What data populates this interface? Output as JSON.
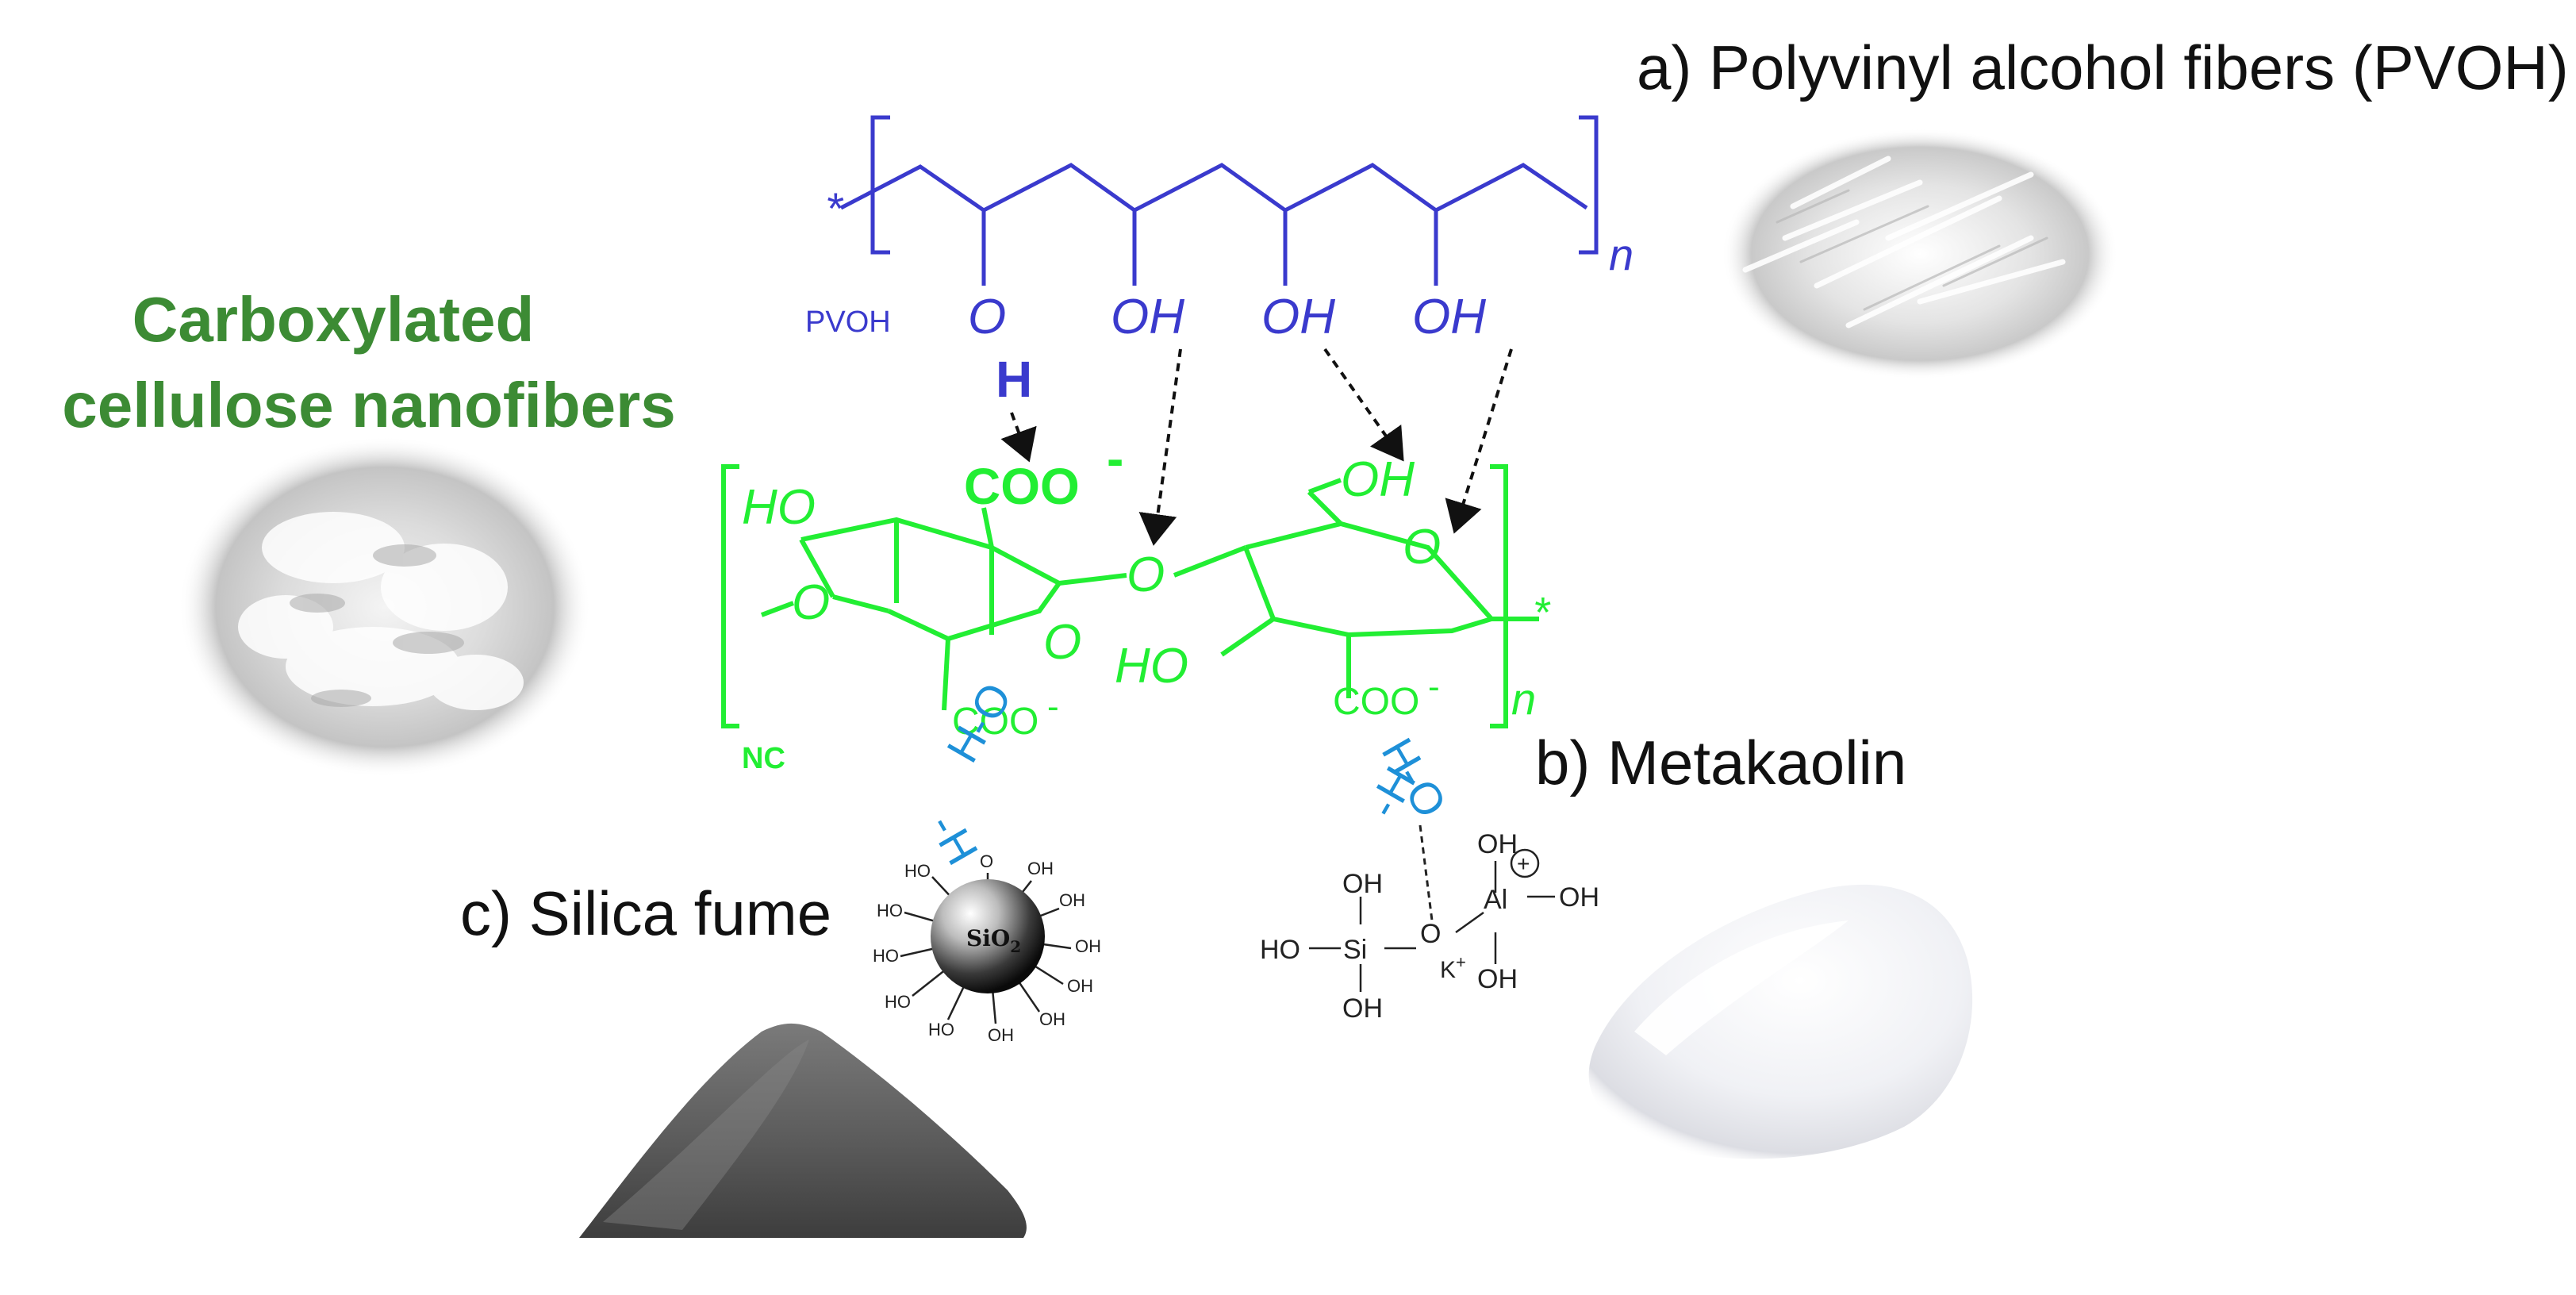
{
  "labels": {
    "pvoh_fibers": "a) Polyvinyl alcohol fibers (PVOH)",
    "metakaolin": "b) Metakaolin",
    "silica_fume": "c) Silica fume",
    "cnf_line1": "Carboxylated",
    "cnf_line2": "cellulose nanofibers"
  },
  "pvoh": {
    "tag": "PVOH",
    "star": "*",
    "n": "n",
    "o": "O",
    "oh": "OH",
    "h": "H"
  },
  "cellulose": {
    "tag": "NC",
    "star": "*",
    "n": "n",
    "ho": "HO",
    "oh": "OH",
    "o": "O",
    "coo_charged": "COO",
    "minus": "-",
    "coo": "COO"
  },
  "water": {
    "o": "O",
    "h": "H",
    "dash": "-"
  },
  "silica": {
    "core": "SiO",
    "sub": "2",
    "o": "O",
    "oh": "OH",
    "ho": "HO"
  },
  "aluminosilicate": {
    "oh": "OH",
    "ho": "HO",
    "si": "Si",
    "o": "O",
    "al": "Al",
    "k": "K",
    "plus": "+",
    "charge": "+"
  },
  "colors": {
    "pvoh_blue": "#3a3acd",
    "cellulose_green": "#22ee33",
    "water_blue": "#1e90d8",
    "title_green": "#3c8b34",
    "text": "#111111"
  }
}
